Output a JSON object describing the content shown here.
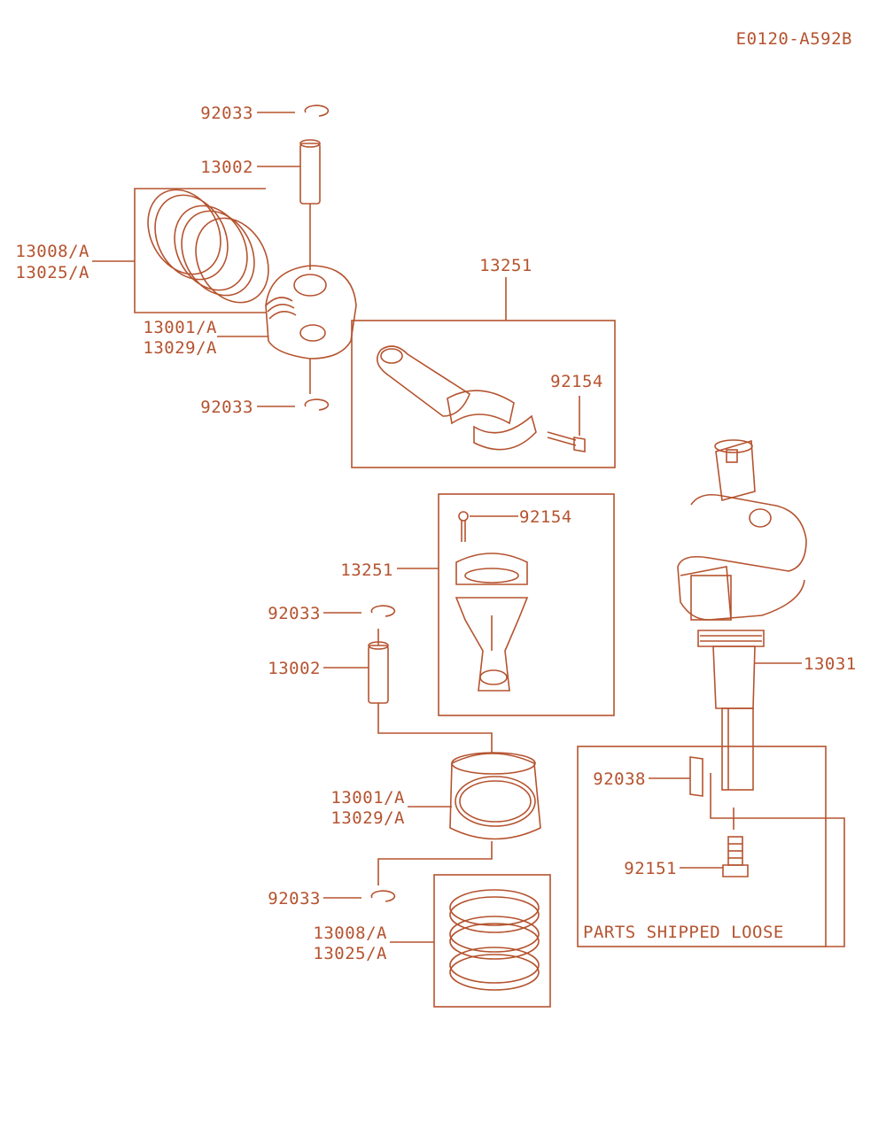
{
  "diagram_code": "E0120-A592B",
  "line_color": "#b5532f",
  "labels": {
    "top_circlip_upper": "92033",
    "top_piston_pin": "13002",
    "top_rings_a": "13008/A",
    "top_rings_b": "13025/A",
    "top_piston_a": "13001/A",
    "top_piston_b": "13029/A",
    "top_circlip_lower": "92033",
    "top_conrod": "13251",
    "top_conrod_bolt": "92154",
    "mid_conrod_bolt": "92154",
    "mid_conrod": "13251",
    "mid_circlip_upper": "92033",
    "mid_piston_pin": "13002",
    "crankshaft": "13031",
    "key": "92038",
    "bolt": "92151",
    "bot_piston_a": "13001/A",
    "bot_piston_b": "13029/A",
    "bot_circlip": "92033",
    "bot_rings_a": "13008/A",
    "bot_rings_b": "13025/A",
    "loose_note": "PARTS SHIPPED LOOSE"
  }
}
